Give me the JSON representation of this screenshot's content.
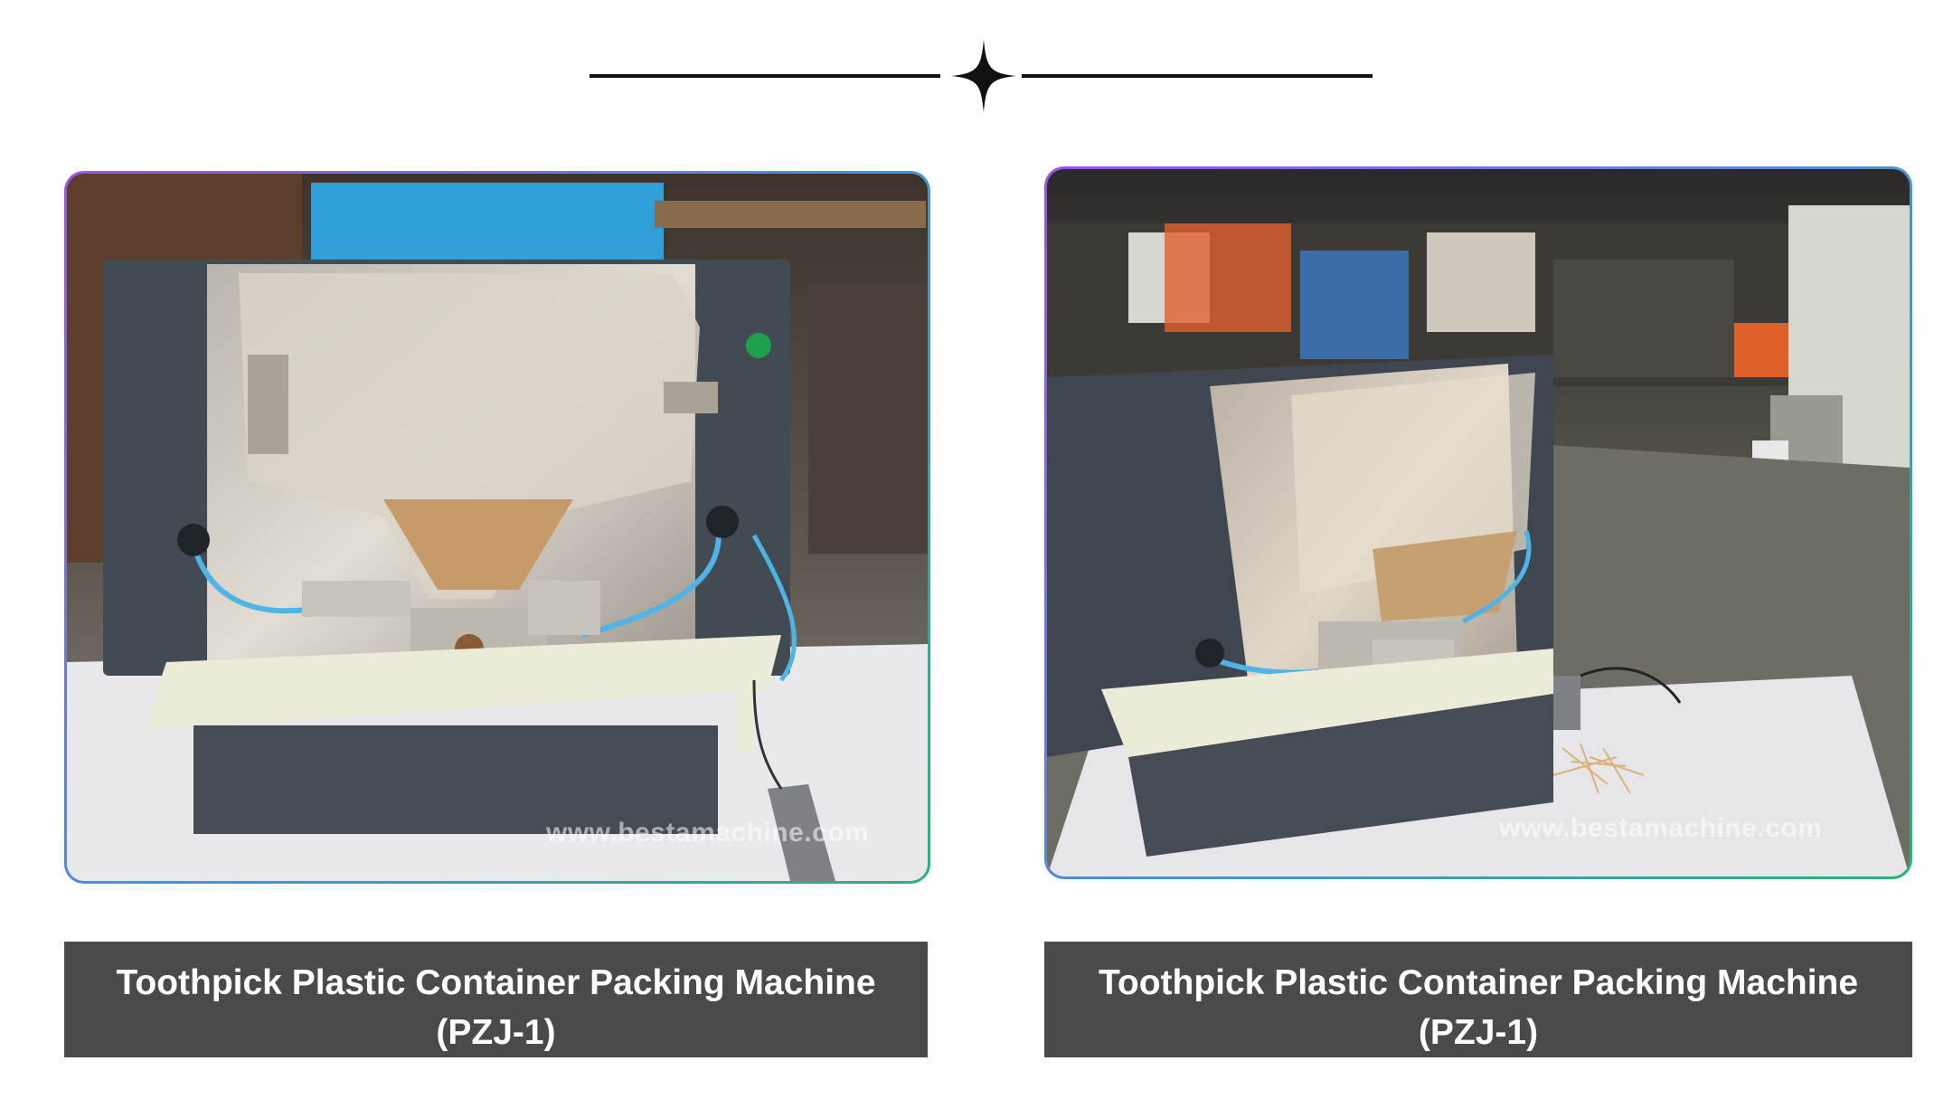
{
  "watermark": "www.bestamachine.com",
  "products": [
    {
      "title": "Toothpick Plastic Container Packing Machine",
      "model": "(PZJ-1)"
    },
    {
      "title": "Toothpick Plastic Container Packing Machine",
      "model": "(PZJ-1)"
    }
  ],
  "colors": {
    "frame_gradient": [
      "#9b52e8",
      "#4f8fd6",
      "#25b57a"
    ],
    "caption_bg": "#4a4a4a",
    "caption_text": "#ffffff"
  },
  "icons": {
    "divider_ornament": "four-point-star-icon"
  }
}
